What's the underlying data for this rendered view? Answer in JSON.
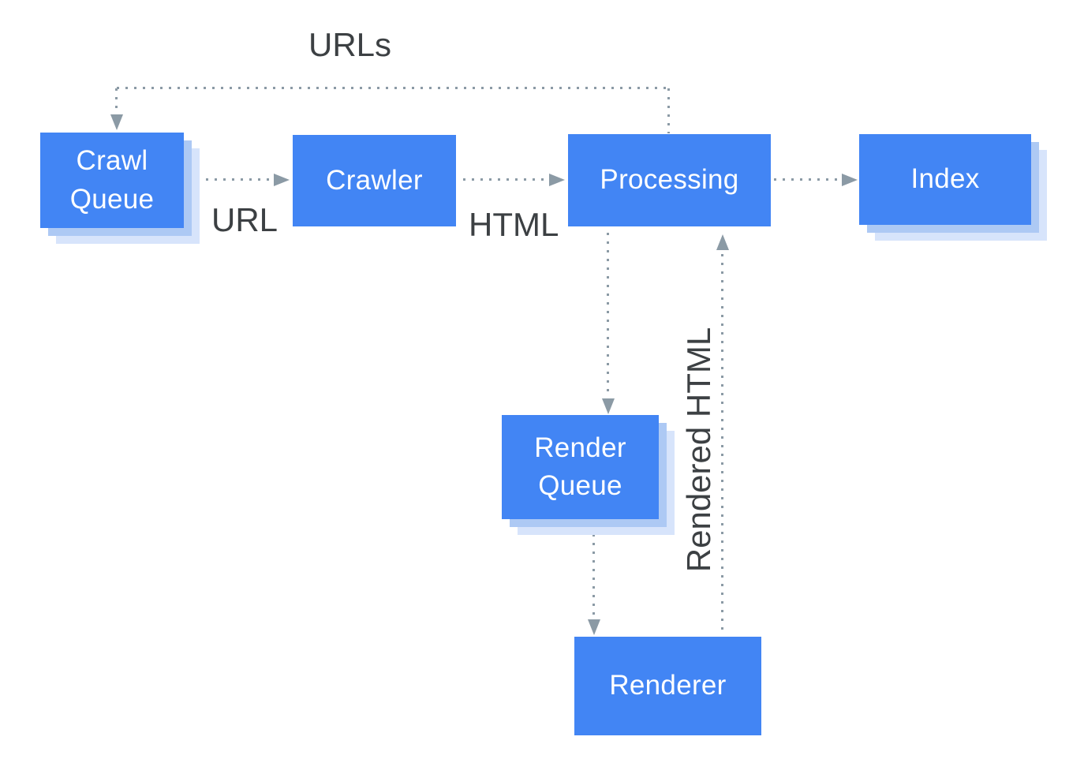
{
  "colors": {
    "background": "#ffffff",
    "node_fill": "#4285f4",
    "node_text": "#ffffff",
    "shadow_inner": "#adc9f4",
    "shadow_outer": "#d7e4fb",
    "line": "#8b9aa5",
    "label_text": "#3c4043"
  },
  "nodes": {
    "crawl_queue": {
      "label": "Crawl Queue",
      "text": "Crawl\nQueue"
    },
    "crawler": {
      "label": "Crawler",
      "text": "Crawler"
    },
    "processing": {
      "label": "Processing",
      "text": "Processing"
    },
    "index": {
      "label": "Index",
      "text": "Index"
    },
    "render_queue": {
      "label": "Render Queue",
      "text": "Render\nQueue"
    },
    "renderer": {
      "label": "Renderer",
      "text": "Renderer"
    }
  },
  "edges": [
    {
      "from": "processing",
      "to": "crawl_queue",
      "label": "URLs"
    },
    {
      "from": "crawl_queue",
      "to": "crawler",
      "label": "URL"
    },
    {
      "from": "crawler",
      "to": "processing",
      "label": "HTML"
    },
    {
      "from": "processing",
      "to": "index",
      "label": ""
    },
    {
      "from": "processing",
      "to": "render_queue",
      "label": ""
    },
    {
      "from": "render_queue",
      "to": "renderer",
      "label": ""
    },
    {
      "from": "renderer",
      "to": "processing",
      "label": "Rendered HTML"
    }
  ]
}
